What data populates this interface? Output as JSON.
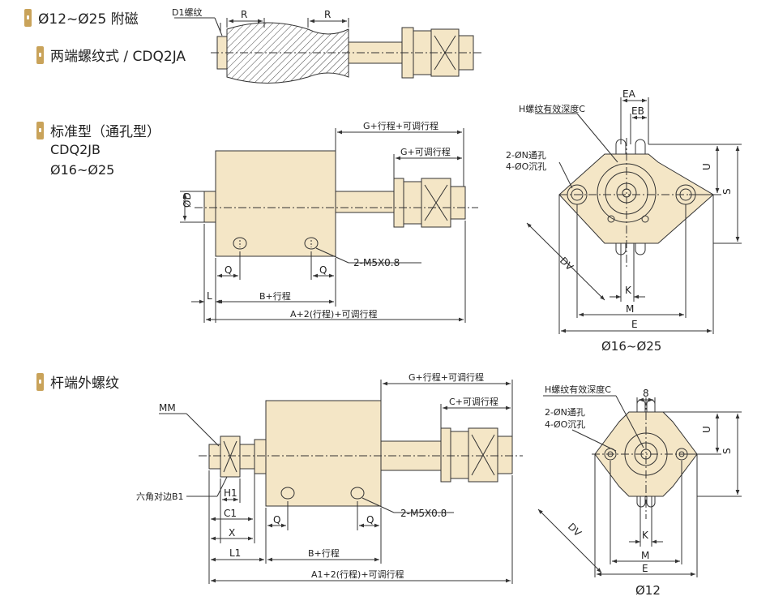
{
  "header": {
    "title": "Ø12~Ø25 附磁"
  },
  "sections": {
    "s1": {
      "title": "两端螺纹式 / CDQ2JA"
    },
    "s2": {
      "title": "标准型（通孔型）",
      "model": "CDQ2JB",
      "range": "Ø16~Ø25"
    },
    "s3": {
      "title": "杆端外螺纹"
    }
  },
  "labels": {
    "d1": "D1螺纹",
    "r": "R",
    "g_stroke_adj": "G+行程+可调行程",
    "g_adj": "G+可调行程",
    "od": "ØD",
    "q": "Q",
    "port": "2-M5X0.8",
    "l": "L",
    "b_stroke": "B+行程",
    "a_total": "A+2(行程)+可调行程",
    "h_thread": "H螺纹有效深度C",
    "ea": "EA",
    "eb": "EB",
    "through": "2-ØN通孔",
    "counter": "4-ØO沉孔",
    "u": "U",
    "s": "S",
    "dv": "DV",
    "k": "K",
    "m": "M",
    "e": "E",
    "mm": "MM",
    "g_stroke_adj2": "G+行程+可调行程",
    "c_adj": "C+可调行程",
    "hex": "六角对边B1",
    "h1": "H1",
    "c1": "C1",
    "x": "X",
    "l1": "L1",
    "b_stroke2": "B+行程",
    "a1_total": "A1+2(行程)+可调行程",
    "eight": "8"
  },
  "captions": {
    "c1": "Ø16~Ø25",
    "c2": "Ø12"
  },
  "colors": {
    "body": "#f4e6c6",
    "line": "#333333",
    "accent": "#c9a35a"
  }
}
